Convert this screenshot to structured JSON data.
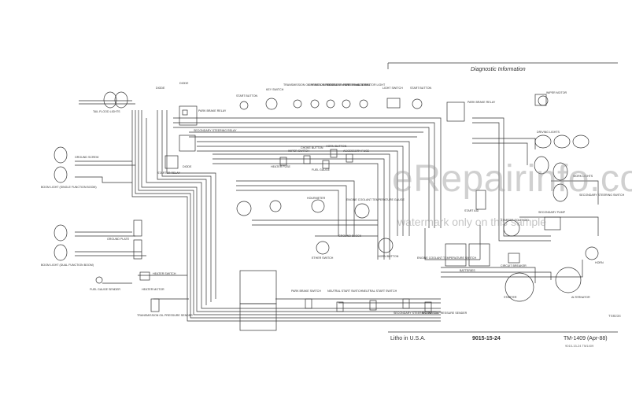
{
  "header": {
    "title": "Diagnostic Information"
  },
  "footer": {
    "litho": "Litho in U.S.A.",
    "page": "9015-15-24",
    "tm": "TM-1409 (Apr-88)",
    "small_code": "9015-15-24 TM1409",
    "figure_code": "TS8234"
  },
  "watermark": {
    "main": "eRepairinfo.com",
    "sub": "watermark only on this sample"
  },
  "labels": {
    "tail_flood_lights": "TAIL FLOOD LIGHTS",
    "diode_1": "DIODE",
    "diode_2": "DIODE",
    "park_brake_relay_left": "PARK BRAKE RELAY",
    "boom_light_single": "BOOM LIGHT (SINGLE FUNCTION BOOM)",
    "boom_light_dual": "BOOM LIGHT (DUAL FUNCTION BOOM)",
    "ground_screw": "GROUND SCREW",
    "ground_plate": "GROUND PLATE",
    "fuel_gauge_sender": "FUEL GAUGE SENDER",
    "heater_switch": "HEATER SWITCH",
    "heater_motor": "HEATER MOTOR",
    "transmission_oil_pressure_sender": "TRANSMISSION OIL PRESSURE SENDER",
    "start_button": "START BUTTON",
    "key_switch": "KEY SWITCH",
    "transmission_oil_pressure_light": "TRANSMISSION OIL PRESSURE LIGHT",
    "engine_oil_pressure_light": "ENGINE OIL PRESSURE LIGHT",
    "secondary_steering_light": "SECONDARY STEERING LIGHT",
    "park_brake_light": "PARK BRAKE LIGHT",
    "alternator_light": "ALTERNATOR LIGHT",
    "light_switch": "LIGHT SWITCH",
    "start_button_2": "START BUTTON",
    "park_brake_relay_right": "PARK BRAKE RELAY",
    "wiper_motor": "WIPER MOTOR",
    "secondary_steering_relay": "SECONDARY STEERING RELAY",
    "starter_relay": "STARTER RELAY",
    "diode_3": "DIODE",
    "wiper_switch": "WIPER SWITCH",
    "choke_button": "CHOKE BUTTON",
    "heater_fuse": "HEATER FUSE",
    "fuel_gauge": "FUEL GAUGE",
    "horn_button": "HORN BUTTON",
    "accessory_fuse": "ACCESSORY FUSE",
    "hourmeter": "HOURMETER",
    "engine_coolant_temperature_gauge": "ENGINE COOLANT TEMPERATURE GAUGE",
    "ground_block": "GROUND BLOCK",
    "ether_switch": "ETHER SWITCH",
    "horn_button_2": "HORN BUTTON",
    "engine_coolant_temperature_switch": "ENGINE COOLANT TEMPERATURE SWITCH",
    "batteries": "BATTERIES",
    "driving_lights": "DRIVING LIGHTS",
    "work_lights": "WORK LIGHTS",
    "start_aid": "START AID",
    "secondary_steering_switch": "SECONDARY STEERING SWITCH",
    "secondary_pump": "SECONDARY PUMP",
    "horn": "HORN",
    "starter_solenoid": "STARTER SOLENOID",
    "circuit_breaker": "CIRCUIT BREAKER",
    "starter": "STARTER",
    "alternator": "ALTERNATOR",
    "park_brake_switch": "PARK BRAKE SWITCH",
    "neutral_start_switch": "NEUTRAL START SWITCH",
    "neutral_start_switch_2": "NEUTRAL START SWITCH",
    "secondary_steering_switch_2": "SECONDARY STEERING SWITCH",
    "engine_oil_pressure_sender": "ENGINE OIL PRESSURE SENDER"
  }
}
